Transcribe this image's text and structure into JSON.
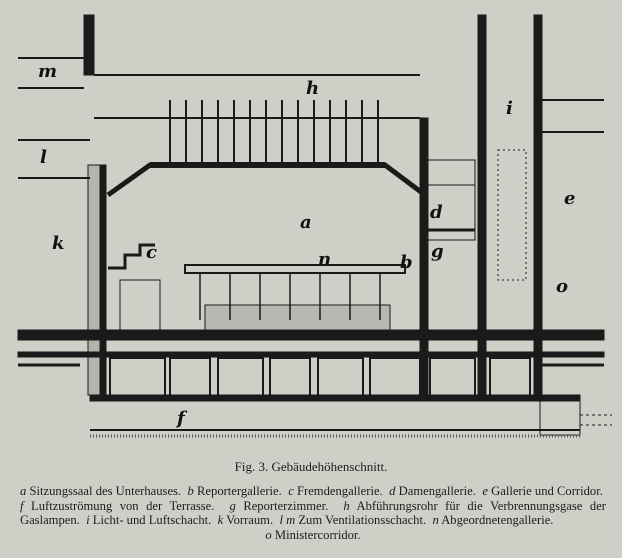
{
  "figure": {
    "labels": {
      "m": "m",
      "h": "h",
      "i": "i",
      "l": "l",
      "e": "e",
      "k": "k",
      "a": "a",
      "d": "d",
      "c": "c",
      "n": "n",
      "b": "b",
      "g": "g",
      "o": "o",
      "f": "f"
    }
  },
  "caption": {
    "title": "Fig. 3.   Gebäudehöhenschnitt.",
    "legend": [
      {
        "key": "a",
        "text": "Sitzungssaal des Unterhauses."
      },
      {
        "key": "b",
        "text": "Reportergallerie."
      },
      {
        "key": "c",
        "text": "Fremdengallerie."
      },
      {
        "key": "d",
        "text": "Damengallerie."
      },
      {
        "key": "e",
        "text": "Gallerie und Corridor."
      },
      {
        "key": "f",
        "text": "Luftzuströmung von der Terrasse."
      },
      {
        "key": "g",
        "text": "Reporterzimmer."
      },
      {
        "key": "h",
        "text": "Abführungsrohr für die Verbrennungsgase der Gaslampen."
      },
      {
        "key": "i",
        "text": "Licht- und Luftschacht."
      },
      {
        "key": "k",
        "text": "Vorraum."
      },
      {
        "key": "l m",
        "text": "Zum Ventilationsschacht."
      },
      {
        "key": "n",
        "text": "Abgeordnetengallerie."
      },
      {
        "key": "o",
        "text": "Ministercorridor."
      }
    ]
  }
}
